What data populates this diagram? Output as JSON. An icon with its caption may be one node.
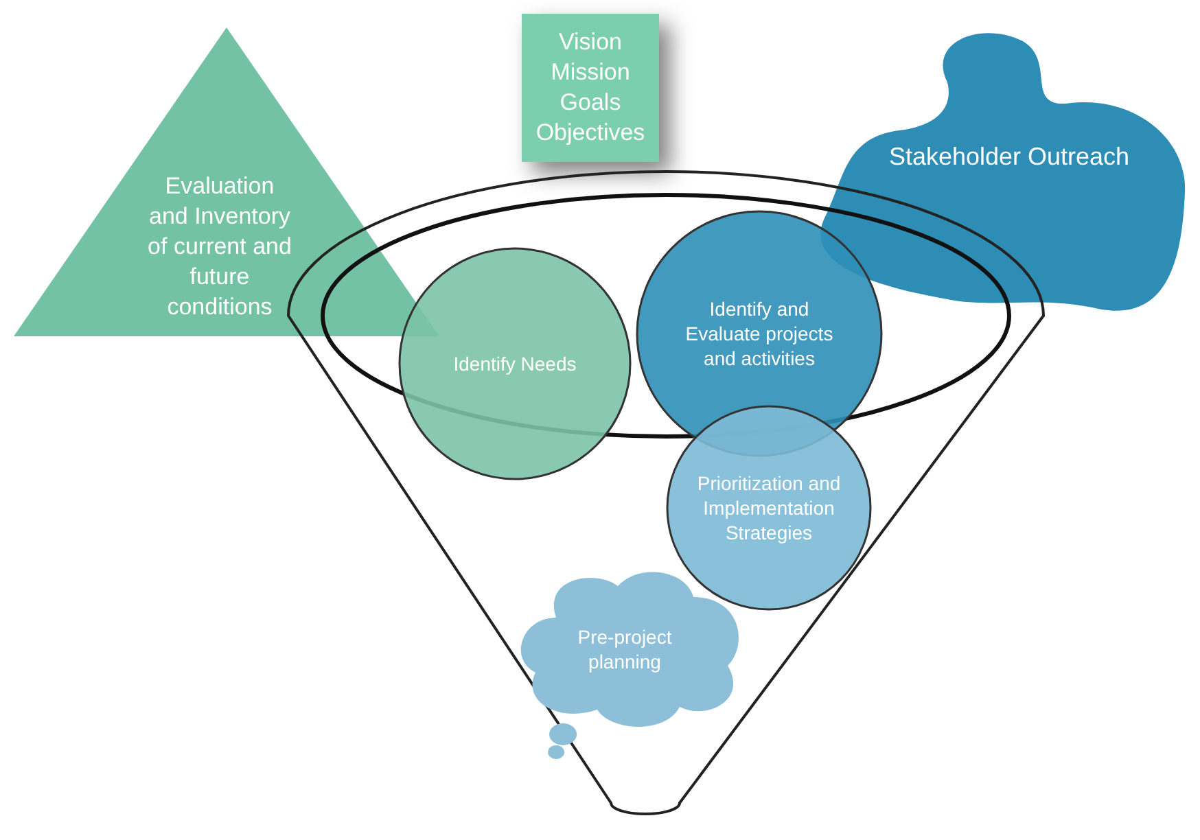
{
  "diagram": {
    "nodes": [
      {
        "text": [
          "Evaluation and Inventory of current and future conditions"
        ]
      },
      {
        "text": [
          "Vision Mission Goals Objectives"
        ]
      },
      {
        "text": [
          "Stakeholder Outreach"
        ]
      },
      {
        "text": [],
        "shape": "funnel"
      },
      {
        "text": [
          "Identify Needs"
        ],
        "in": 3
      },
      {
        "text": [
          "Identify and Evaluate projects and activities"
        ],
        "in": 3
      },
      {
        "text": [
          "Prioritization and Implementation Strategies"
        ],
        "in": 3
      },
      {
        "text": [
          "Pre-project planning"
        ],
        "in": 3
      }
    ],
    "edges": []
  }
}
